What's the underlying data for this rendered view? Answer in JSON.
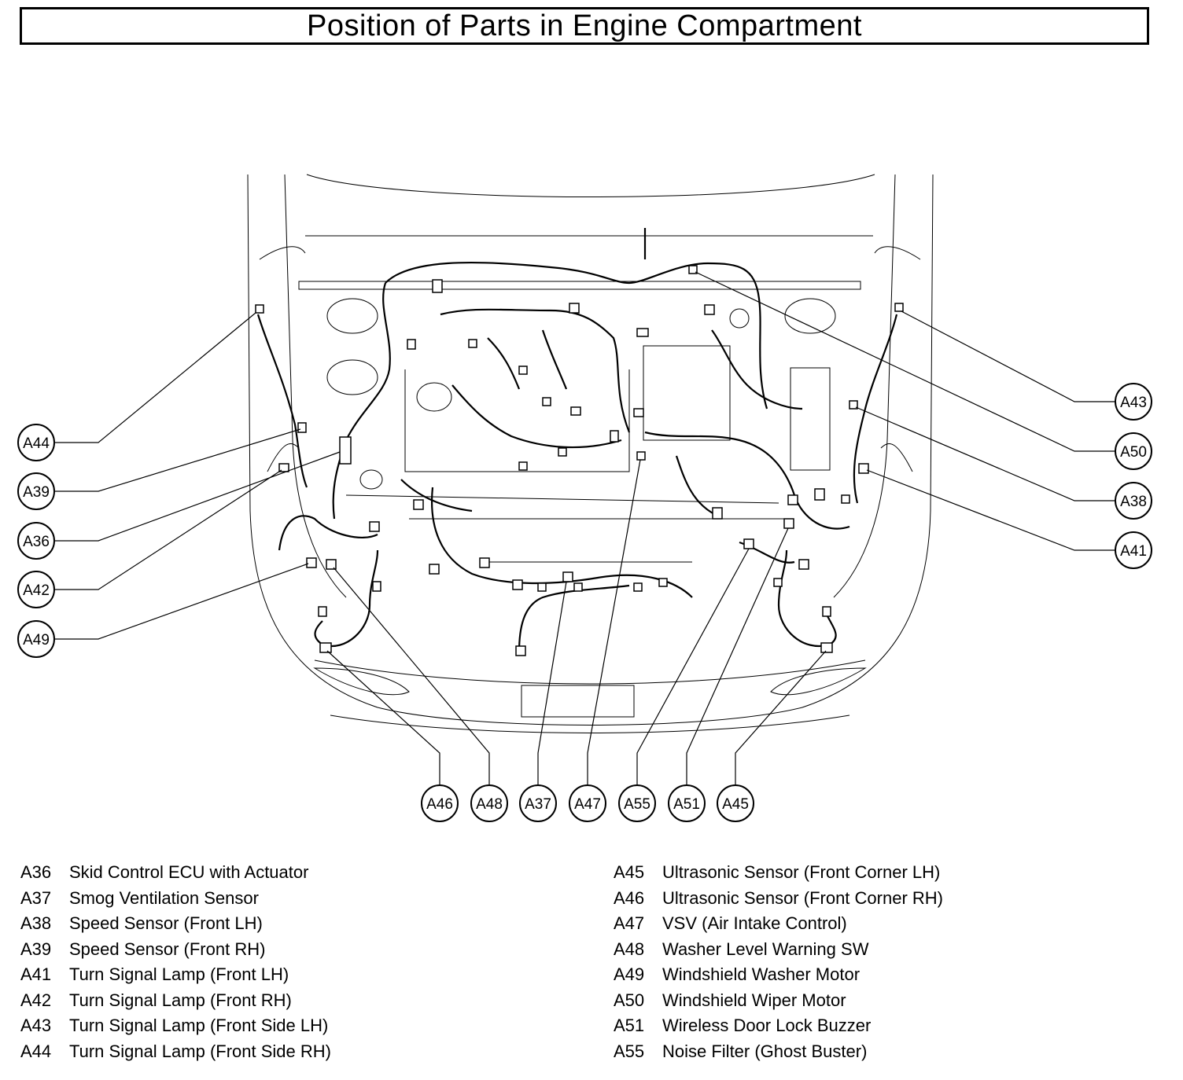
{
  "title": "Position of Parts in Engine Compartment",
  "callouts": [
    {
      "code": "A44"
    },
    {
      "code": "A39"
    },
    {
      "code": "A36"
    },
    {
      "code": "A42"
    },
    {
      "code": "A49"
    },
    {
      "code": "A43"
    },
    {
      "code": "A50"
    },
    {
      "code": "A38"
    },
    {
      "code": "A41"
    },
    {
      "code": "A46"
    },
    {
      "code": "A48"
    },
    {
      "code": "A37"
    },
    {
      "code": "A47"
    },
    {
      "code": "A55"
    },
    {
      "code": "A51"
    },
    {
      "code": "A45"
    }
  ],
  "legend_left": [
    {
      "code": "A36",
      "name": "Skid Control ECU with Actuator"
    },
    {
      "code": "A37",
      "name": "Smog Ventilation Sensor"
    },
    {
      "code": "A38",
      "name": "Speed Sensor (Front LH)"
    },
    {
      "code": "A39",
      "name": "Speed Sensor (Front RH)"
    },
    {
      "code": "A41",
      "name": "Turn Signal Lamp (Front LH)"
    },
    {
      "code": "A42",
      "name": "Turn Signal Lamp (Front RH)"
    },
    {
      "code": "A43",
      "name": "Turn Signal Lamp (Front Side LH)"
    },
    {
      "code": "A44",
      "name": "Turn Signal Lamp (Front Side RH)"
    }
  ],
  "legend_right": [
    {
      "code": "A45",
      "name": "Ultrasonic Sensor (Front Corner LH)"
    },
    {
      "code": "A46",
      "name": "Ultrasonic Sensor (Front Corner RH)"
    },
    {
      "code": "A47",
      "name": "VSV (Air Intake Control)"
    },
    {
      "code": "A48",
      "name": "Washer Level Warning SW"
    },
    {
      "code": "A49",
      "name": "Windshield Washer Motor"
    },
    {
      "code": "A50",
      "name": "Windshield Wiper Motor"
    },
    {
      "code": "A51",
      "name": "Wireless Door Lock Buzzer"
    },
    {
      "code": "A55",
      "name": "Noise Filter (Ghost Buster)"
    }
  ]
}
